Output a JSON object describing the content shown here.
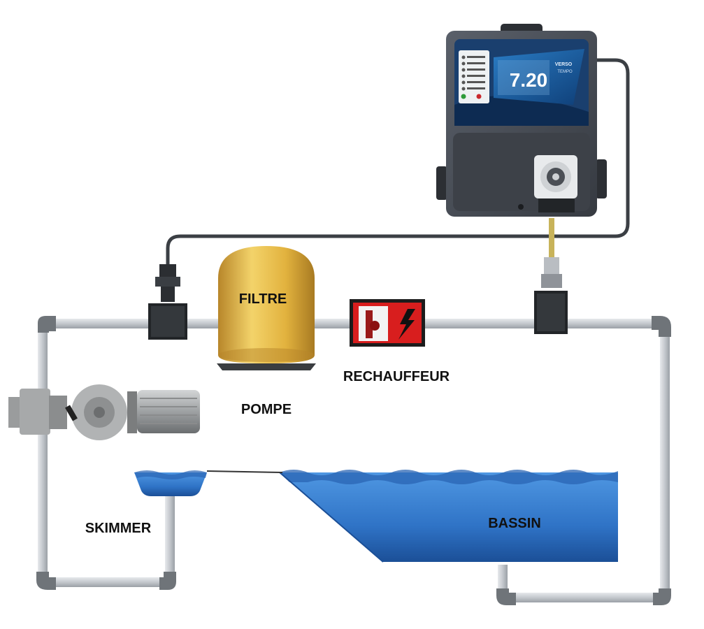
{
  "labels": {
    "filter": "FILTRE",
    "heater": "RECHAUFFEUR",
    "pump": "POMPE",
    "skimmer": "SKIMMER",
    "pool": "BASSIN"
  },
  "controller": {
    "display_value": "7.20",
    "brand_text": "VERSO",
    "brand_subtext": "TEMPO",
    "status_rows": 7
  },
  "colors": {
    "pipe": "#c9cdd2",
    "pipe_edge": "#9aa0a6",
    "elbow": "#6f7479",
    "cable": "#3b3f44",
    "controller_body": "#4a4f58",
    "screen_blue": "#1d5fa3",
    "filter_yellow": "#e0b23a",
    "heater_red": "#d81e1e",
    "water": "#3f86d6",
    "water_dark": "#1d5aa8",
    "motor": "#9b9d9e"
  }
}
